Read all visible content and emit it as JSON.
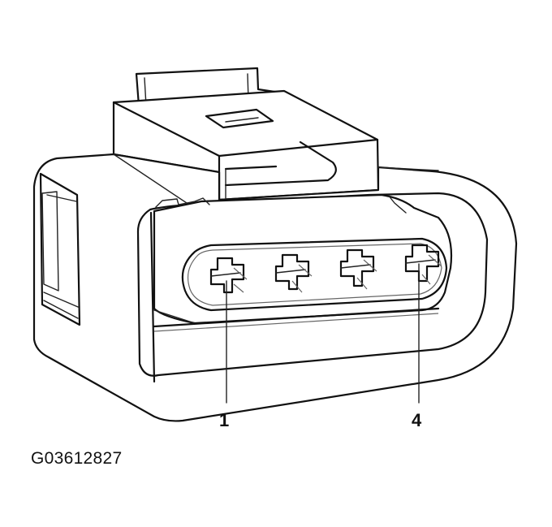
{
  "diagram": {
    "subject": "4-pin electrical connector, front view",
    "callouts": [
      {
        "label": "1",
        "pin": 1
      },
      {
        "label": "4",
        "pin": 4
      }
    ],
    "pin_count": 4,
    "figure_id": "G03612827"
  }
}
